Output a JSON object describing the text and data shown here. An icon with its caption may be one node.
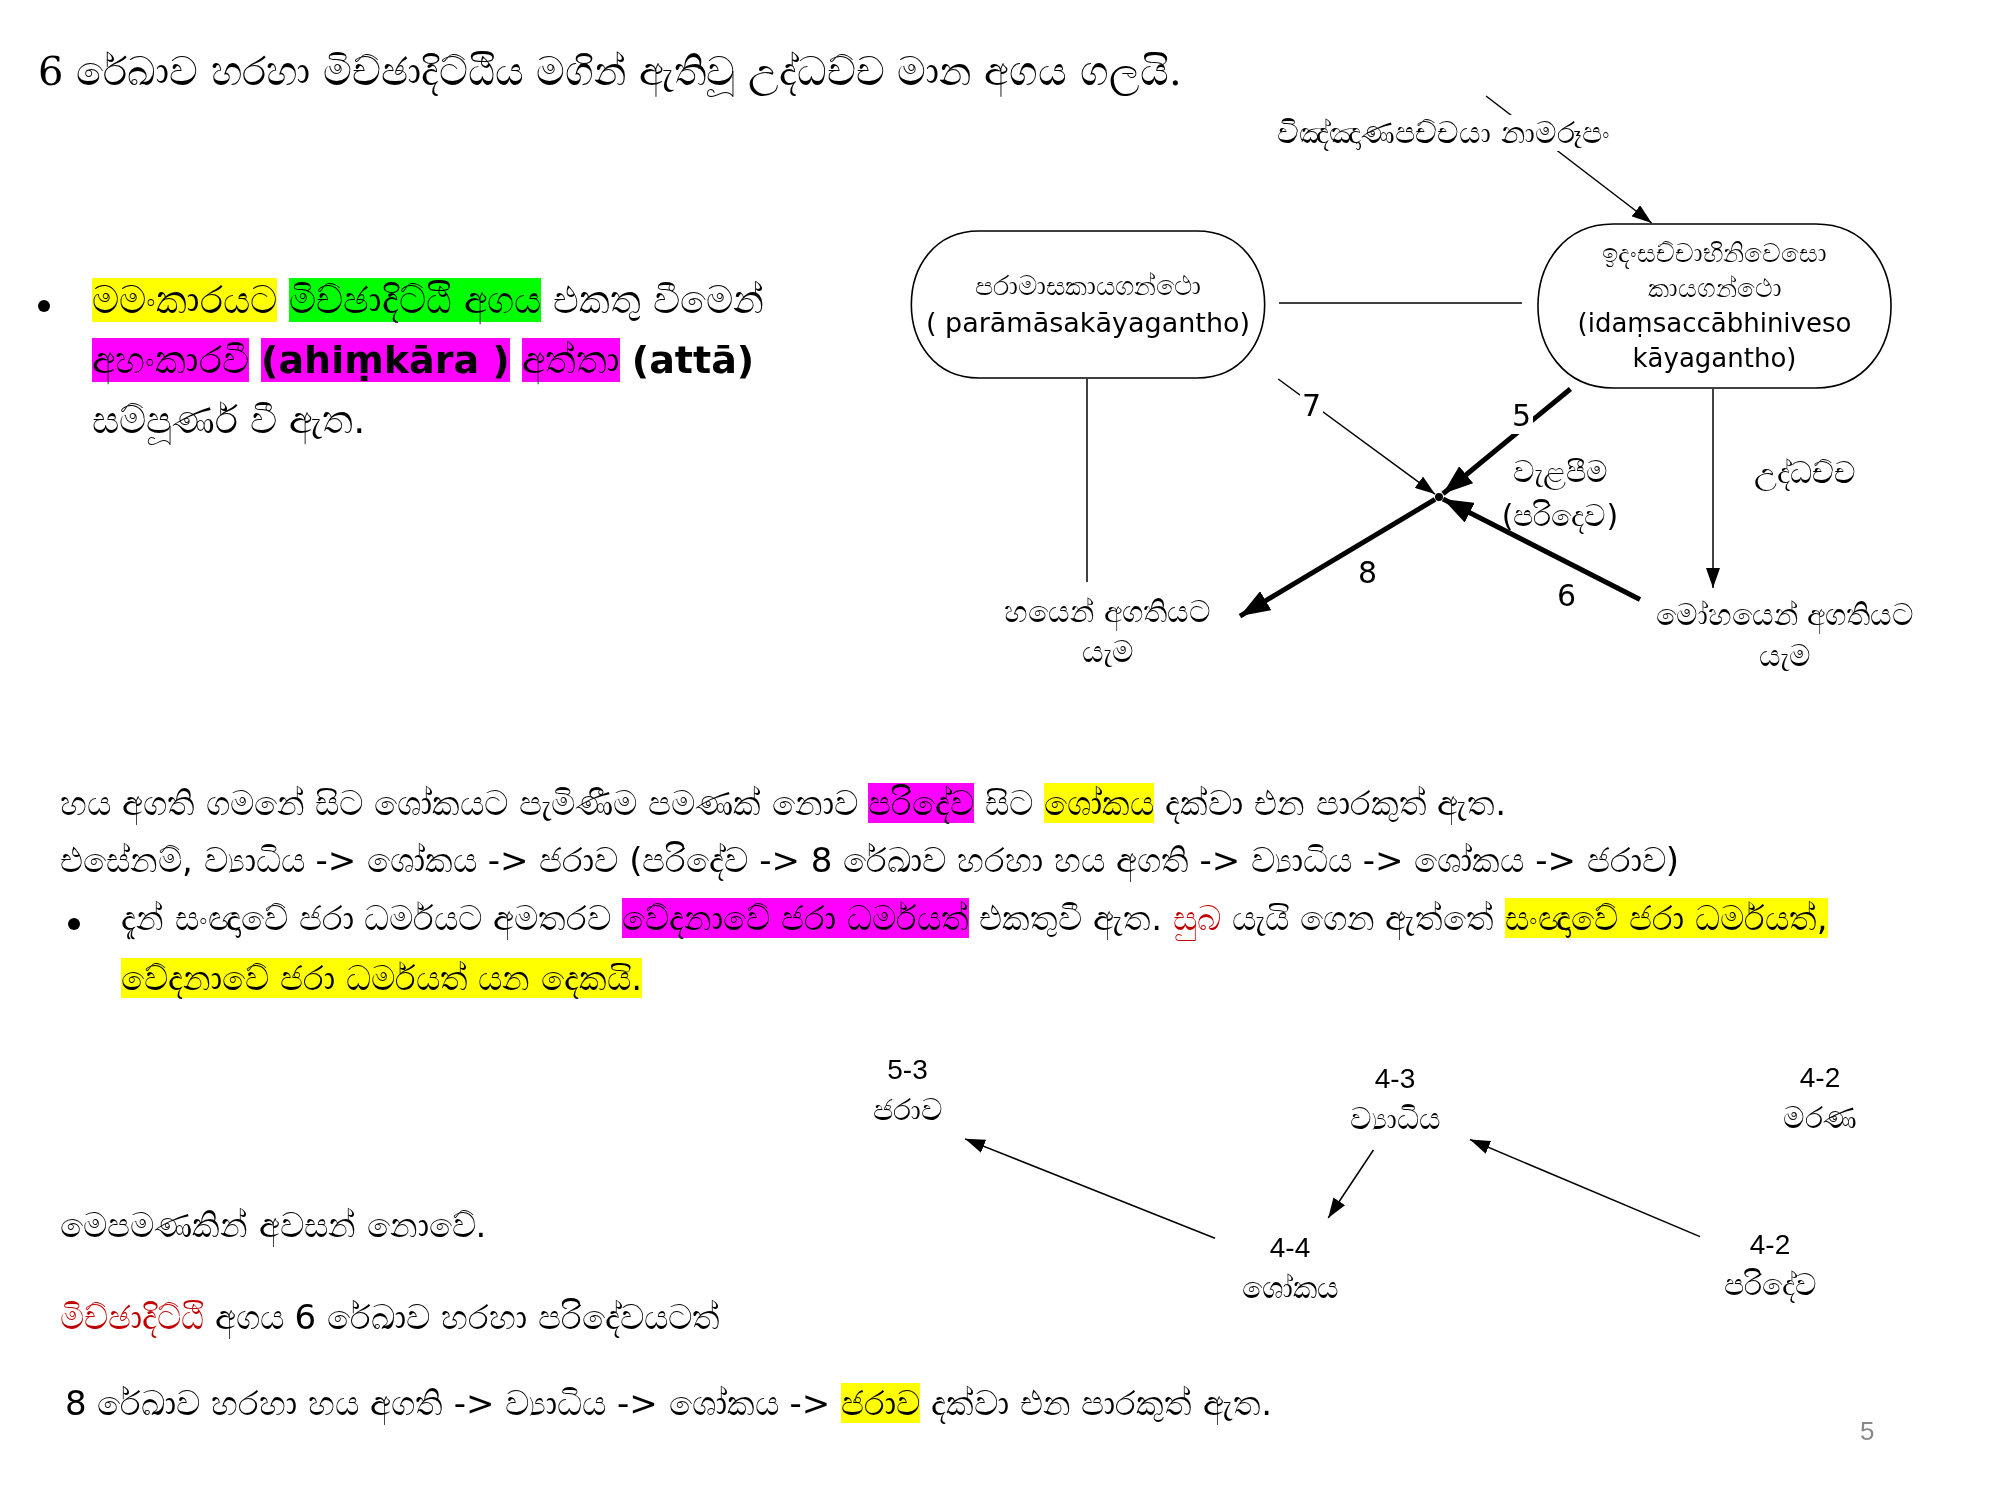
{
  "diagram": {
    "title": "6 රේඛාව හරහා මිච්ඡාදිට්ඨිය මගින් ඇතිවූ උද්ධච්ච මාන අගය ගලයි.",
    "nodes": [
      {
        "text": [
          "පරාමාසකායගන්ථො",
          "( parāmāsakāyagantho)"
        ]
      },
      {
        "text": [
          "ඉදංසච්චාභිනිවෙසො කායගන්ථො",
          "(idaṃsaccābhiniveso kāyagantho)"
        ]
      },
      {
        "text": [],
        "shape": "point"
      },
      {
        "text": [
          "හයෙන් අගතියට යැම"
        ]
      },
      {
        "text": [
          "මෝහයෙන් අගතියට යැම"
        ]
      },
      {
        "text": [
          "ජරාව"
        ],
        "beside": [
          "5-3"
        ]
      },
      {
        "text": [
          "ව්‍යාධිය"
        ],
        "beside": [
          "4-3"
        ]
      },
      {
        "text": [
          "මරණ"
        ],
        "beside": [
          "4-2"
        ]
      },
      {
        "text": [
          "ශෝකය"
        ],
        "beside": [
          "4-4"
        ]
      },
      {
        "text": [
          "පරිදේව"
        ],
        "beside": [
          "4-2"
        ]
      }
    ],
    "edges": [
      {
        "from": null,
        "to": 1,
        "arrow": "to",
        "label": "විඤ්ඤාණපච්චයා නාමරූපං"
      },
      {
        "from": 0,
        "to": 1,
        "arrow": "none"
      },
      {
        "from": 0,
        "to": 3,
        "arrow": "none"
      },
      {
        "from": 1,
        "to": 4,
        "arrow": "to",
        "label": "උද්ධච්ච"
      },
      {
        "from": 0,
        "to": 2,
        "arrow": "to",
        "label": "7"
      },
      {
        "from": 1,
        "to": 2,
        "arrow": "to",
        "label": "5",
        "style": "thick"
      },
      {
        "from": 4,
        "to": 2,
        "arrow": "to",
        "label": "6",
        "style": "thick"
      },
      {
        "from": 2,
        "to": 3,
        "arrow": "to",
        "label": "8",
        "style": "thick"
      },
      {
        "from": 8,
        "to": 5,
        "arrow": "to"
      },
      {
        "from": 6,
        "to": 8,
        "arrow": "to"
      },
      {
        "from": 9,
        "to": 6,
        "arrow": "to"
      }
    ],
    "labels": [
      "මමංකාරයට මිච්ඡාදිට්ඨි අගය එකතු වීමෙන් අහංකාරවී (ahiṃkāra ) අත්තා (attā) සම්පූර්ණ වී ඇත.",
      "වැළපීම (පරිදෙව)",
      "හය අගති ගමනේ සිට ශෝකයට පැමිණීම පමණක් නොව පරිදේව සිට ශෝකය දක්වා එන පාරකුත් ඇත.",
      "එසේනම්, ව්‍යාධිය -> ශෝකය -> ජරාව (පරිදේව -> 8 රේඛාව හරහා හය අගති -> ව්‍යාධිය -> ශෝකය -> ජරාව)",
      "දැන් සංඥාවේ ජරා ධර්මයට අමතරව වේදනාවේ ජරා ධර්මයත් එකතුවී ඇත. සුබ යැයි ගෙන ඇත්තේ සංඥාවේ ජරා ධර්මයත්, වේදනාවේ ජරා ධර්මයත් යන දෙකයි.",
      "මෙපමණකින් අවසන් නොවේ.",
      "මිච්ඡාදිට්ඨි අගය 6 රේඛාව හරහා පරිදේවයටත්",
      "8 රේඛාව හරහා හය අගති -> ව්‍යාධිය -> ශෝකය -> ජරාව දක්වා එන පාරකුත් ඇත.",
      "5"
    ]
  }
}
